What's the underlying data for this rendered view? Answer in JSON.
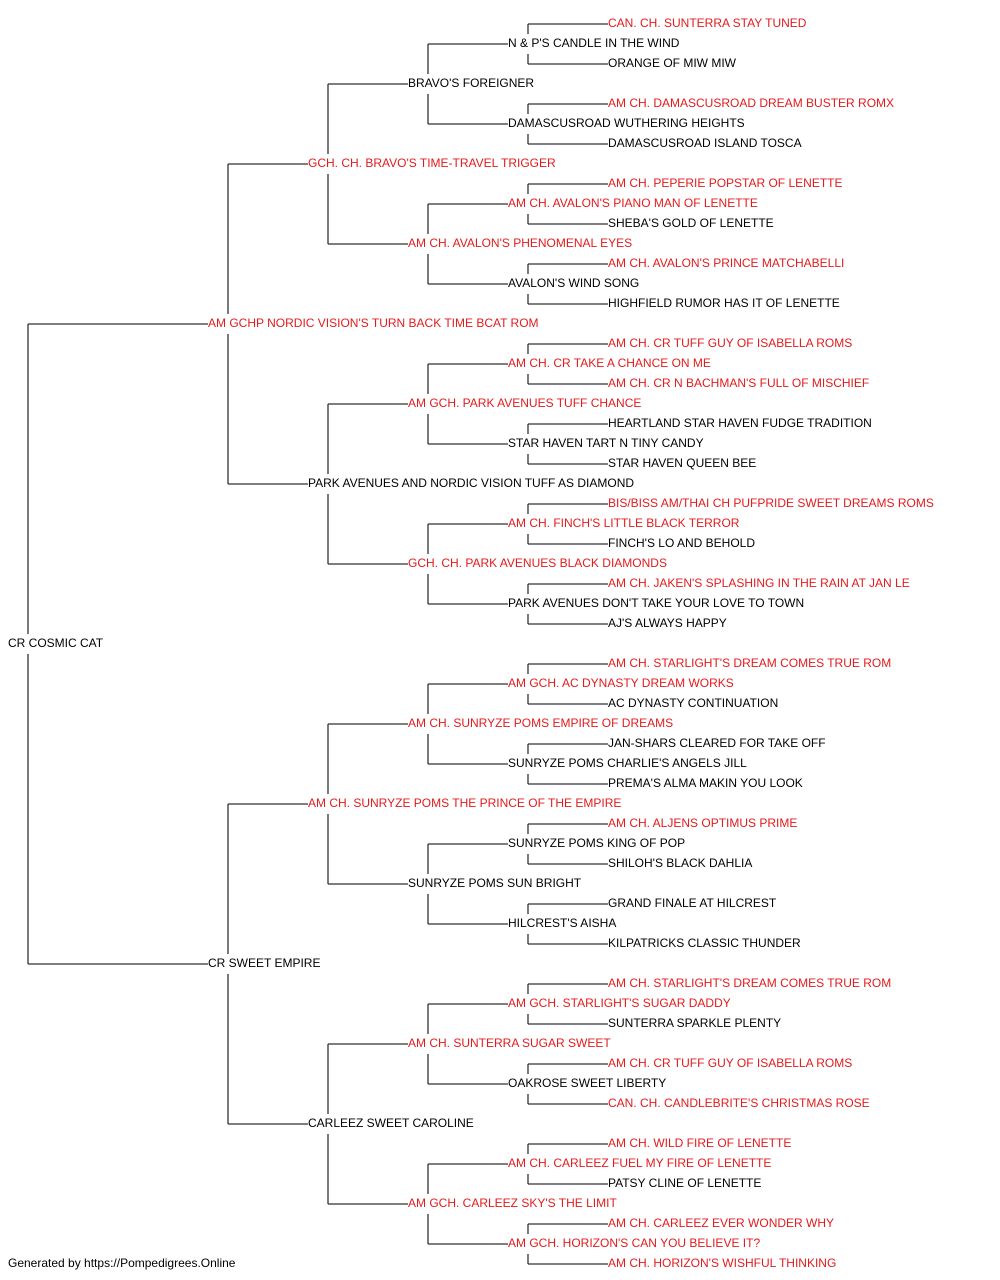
{
  "colors": {
    "champion": "#e41a1c",
    "normal": "#000000",
    "line": "#333333"
  },
  "pedigree": {
    "name": "CR COSMIC CAT",
    "champion": false,
    "sire": {
      "name": "AM GCHP NORDIC VISION'S TURN BACK TIME BCAT ROM",
      "champion": true,
      "sire": {
        "name": "GCH. CH. BRAVO'S TIME-TRAVEL TRIGGER",
        "champion": true,
        "sire": {
          "name": "BRAVO'S FOREIGNER",
          "champion": false,
          "sire": {
            "name": "N & P'S CANDLE IN THE WIND",
            "champion": false,
            "sire": {
              "name": "CAN. CH. SUNTERRA STAY TUNED",
              "champion": true
            },
            "dam": {
              "name": "ORANGE OF MIW MIW",
              "champion": false
            }
          },
          "dam": {
            "name": "DAMASCUSROAD WUTHERING HEIGHTS",
            "champion": false,
            "sire": {
              "name": "AM CH. DAMASCUSROAD DREAM BUSTER ROMX",
              "champion": true
            },
            "dam": {
              "name": "DAMASCUSROAD ISLAND TOSCA",
              "champion": false
            }
          }
        },
        "dam": {
          "name": "AM CH. AVALON'S PHENOMENAL EYES",
          "champion": true,
          "sire": {
            "name": "AM CH. AVALON'S PIANO MAN OF LENETTE",
            "champion": true,
            "sire": {
              "name": "AM CH. PEPERIE POPSTAR OF LENETTE",
              "champion": true
            },
            "dam": {
              "name": "SHEBA'S GOLD OF LENETTE",
              "champion": false
            }
          },
          "dam": {
            "name": "AVALON'S WIND SONG",
            "champion": false,
            "sire": {
              "name": "AM CH. AVALON'S PRINCE MATCHABELLI",
              "champion": true
            },
            "dam": {
              "name": "HIGHFIELD RUMOR HAS IT OF LENETTE",
              "champion": false
            }
          }
        }
      },
      "dam": {
        "name": "PARK AVENUES AND NORDIC VISION TUFF AS DIAMOND",
        "champion": false,
        "sire": {
          "name": "AM GCH. PARK AVENUES TUFF CHANCE",
          "champion": true,
          "sire": {
            "name": "AM CH. CR TAKE A CHANCE ON ME",
            "champion": true,
            "sire": {
              "name": "AM CH. CR TUFF GUY OF ISABELLA ROMS",
              "champion": true
            },
            "dam": {
              "name": "AM CH. CR N BACHMAN'S FULL OF MISCHIEF",
              "champion": true
            }
          },
          "dam": {
            "name": "STAR HAVEN TART N TINY CANDY",
            "champion": false,
            "sire": {
              "name": "HEARTLAND STAR HAVEN FUDGE TRADITION",
              "champion": false
            },
            "dam": {
              "name": "STAR HAVEN QUEEN BEE",
              "champion": false
            }
          }
        },
        "dam": {
          "name": "GCH. CH. PARK AVENUES BLACK DIAMONDS",
          "champion": true,
          "sire": {
            "name": "AM CH. FINCH'S LITTLE BLACK TERROR",
            "champion": true,
            "sire": {
              "name": "BIS/BISS AM/THAI CH PUFPRIDE SWEET DREAMS ROMS",
              "champion": true
            },
            "dam": {
              "name": "FINCH'S LO AND BEHOLD",
              "champion": false
            }
          },
          "dam": {
            "name": "PARK AVENUES DON'T TAKE YOUR LOVE TO TOWN",
            "champion": false,
            "sire": {
              "name": "AM CH. JAKEN'S SPLASHING IN THE RAIN AT JAN LE",
              "champion": true
            },
            "dam": {
              "name": "AJ'S ALWAYS HAPPY",
              "champion": false
            }
          }
        }
      }
    },
    "dam": {
      "name": "CR SWEET EMPIRE",
      "champion": false,
      "sire": {
        "name": "AM CH. SUNRYZE POMS THE PRINCE OF THE EMPIRE",
        "champion": true,
        "sire": {
          "name": "AM CH. SUNRYZE POMS EMPIRE OF DREAMS",
          "champion": true,
          "sire": {
            "name": "AM GCH. AC DYNASTY DREAM WORKS",
            "champion": true,
            "sire": {
              "name": "AM CH. STARLIGHT'S DREAM COMES TRUE ROM",
              "champion": true
            },
            "dam": {
              "name": "AC DYNASTY CONTINUATION",
              "champion": false
            }
          },
          "dam": {
            "name": "SUNRYZE POMS CHARLIE'S ANGELS JILL",
            "champion": false,
            "sire": {
              "name": "JAN-SHARS CLEARED FOR TAKE OFF",
              "champion": false
            },
            "dam": {
              "name": "PREMA'S ALMA MAKIN YOU LOOK",
              "champion": false
            }
          }
        },
        "dam": {
          "name": "SUNRYZE POMS SUN BRIGHT",
          "champion": false,
          "sire": {
            "name": "SUNRYZE POMS KING OF POP",
            "champion": false,
            "sire": {
              "name": "AM CH. ALJENS OPTIMUS PRIME",
              "champion": true
            },
            "dam": {
              "name": "SHILOH'S BLACK DAHLIA",
              "champion": false
            }
          },
          "dam": {
            "name": "HILCREST'S AISHA",
            "champion": false,
            "sire": {
              "name": "GRAND FINALE AT HILCREST",
              "champion": false
            },
            "dam": {
              "name": "KILPATRICKS CLASSIC THUNDER",
              "champion": false
            }
          }
        }
      },
      "dam": {
        "name": "CARLEEZ SWEET CAROLINE",
        "champion": false,
        "sire": {
          "name": "AM CH. SUNTERRA SUGAR SWEET",
          "champion": true,
          "sire": {
            "name": "AM GCH. STARLIGHT'S SUGAR DADDY",
            "champion": true,
            "sire": {
              "name": "AM CH. STARLIGHT'S DREAM COMES TRUE ROM",
              "champion": true
            },
            "dam": {
              "name": "SUNTERRA SPARKLE PLENTY",
              "champion": false
            }
          },
          "dam": {
            "name": "OAKROSE SWEET LIBERTY",
            "champion": false,
            "sire": {
              "name": "AM CH. CR TUFF GUY OF ISABELLA ROMS",
              "champion": true
            },
            "dam": {
              "name": "CAN. CH. CANDLEBRITE'S CHRISTMAS ROSE",
              "champion": true
            }
          }
        },
        "dam": {
          "name": "AM GCH. CARLEEZ SKY'S THE LIMIT",
          "champion": true,
          "sire": {
            "name": "AM CH. CARLEEZ FUEL MY FIRE OF LENETTE",
            "champion": true,
            "sire": {
              "name": "AM CH. WILD FIRE OF LENETTE",
              "champion": true
            },
            "dam": {
              "name": "PATSY CLINE OF LENETTE",
              "champion": false
            }
          },
          "dam": {
            "name": "AM GCH. HORIZON'S CAN YOU BELIEVE IT?",
            "champion": true,
            "sire": {
              "name": "AM CH. CARLEEZ EVER WONDER WHY",
              "champion": true
            },
            "dam": {
              "name": "AM CH. HORIZON'S WISHFUL THINKING",
              "champion": true
            }
          }
        }
      }
    }
  },
  "footer": "Generated by https://Pompedigrees.Online"
}
